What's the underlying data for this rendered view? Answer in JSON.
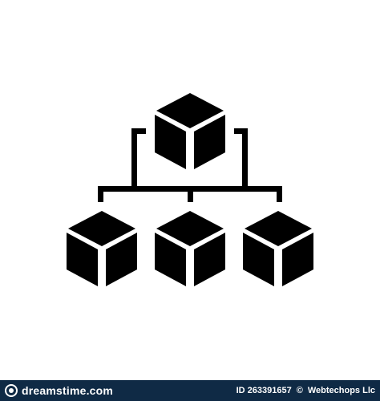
{
  "icon": {
    "name": "hierarchy-cubes-icon",
    "color": "#000000",
    "background": "#ffffff"
  },
  "footer": {
    "background": "#0f2a45",
    "brand": "dreamstime.com",
    "id_text": "ID 263391657",
    "separator": "©",
    "author": "Webtechops Llc"
  }
}
